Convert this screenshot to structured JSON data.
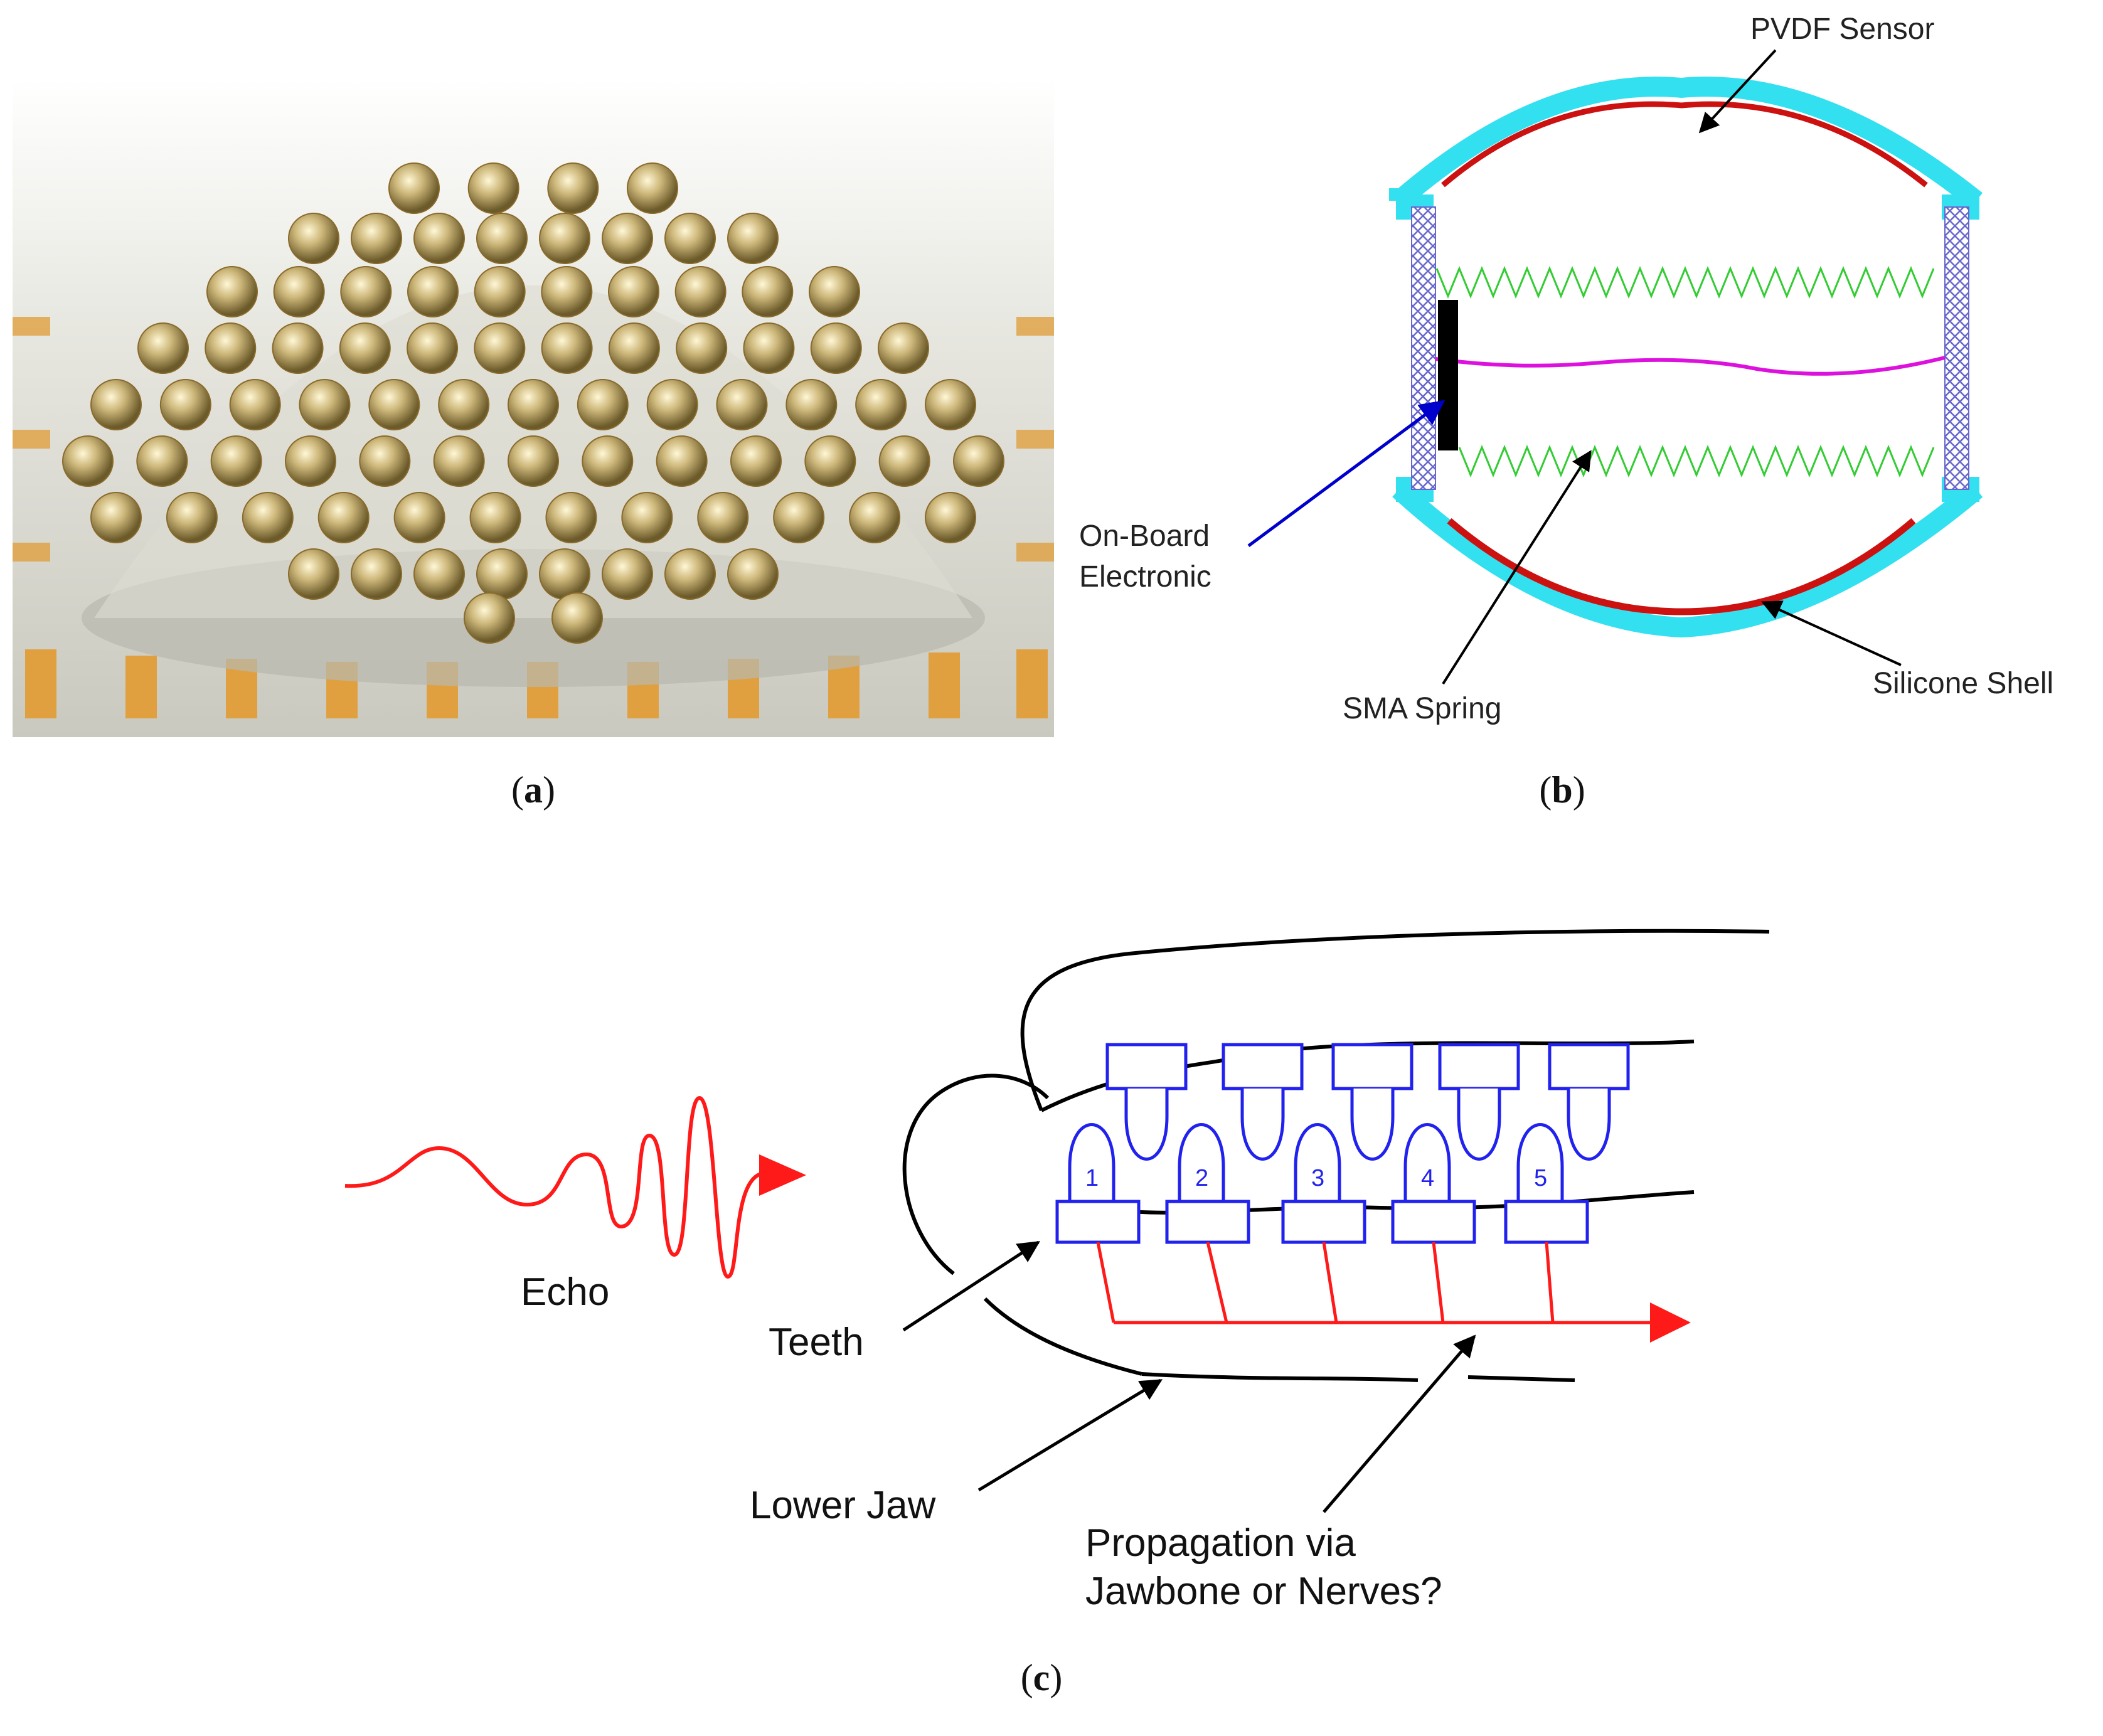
{
  "panels": {
    "a": {
      "caption_letter": "a",
      "colors": {
        "background": "#d9d9d0",
        "lens": "#c8b98a",
        "pad": "#e0a040",
        "wire": "#8a6a2a"
      }
    },
    "b": {
      "caption_letter": "b",
      "labels": {
        "pvdf_sensor": "PVDF Sensor",
        "onboard_line1": "On-Board",
        "onboard_line2": "Electronic",
        "sma_spring": "SMA Spring",
        "silicone_shell": "Silicone Shell"
      },
      "colors": {
        "shell": "#33e0f0",
        "sensor": "#cc1111",
        "spring": "#33cc33",
        "sma": "#dd11dd",
        "electronics": "#000000",
        "hatch": "#6666cc"
      }
    },
    "c": {
      "caption_letter": "c",
      "labels": {
        "echo": "Echo",
        "teeth": "Teeth",
        "lower_jaw": "Lower Jaw",
        "propagation_line1": "Propagation via",
        "propagation_line2": "Jawbone or Nerves?"
      },
      "teeth_numbers": [
        "1",
        "2",
        "3",
        "4",
        "5"
      ],
      "colors": {
        "teeth": "#2222ee",
        "signal": "#ff1a1a",
        "outline": "#000000"
      }
    }
  }
}
